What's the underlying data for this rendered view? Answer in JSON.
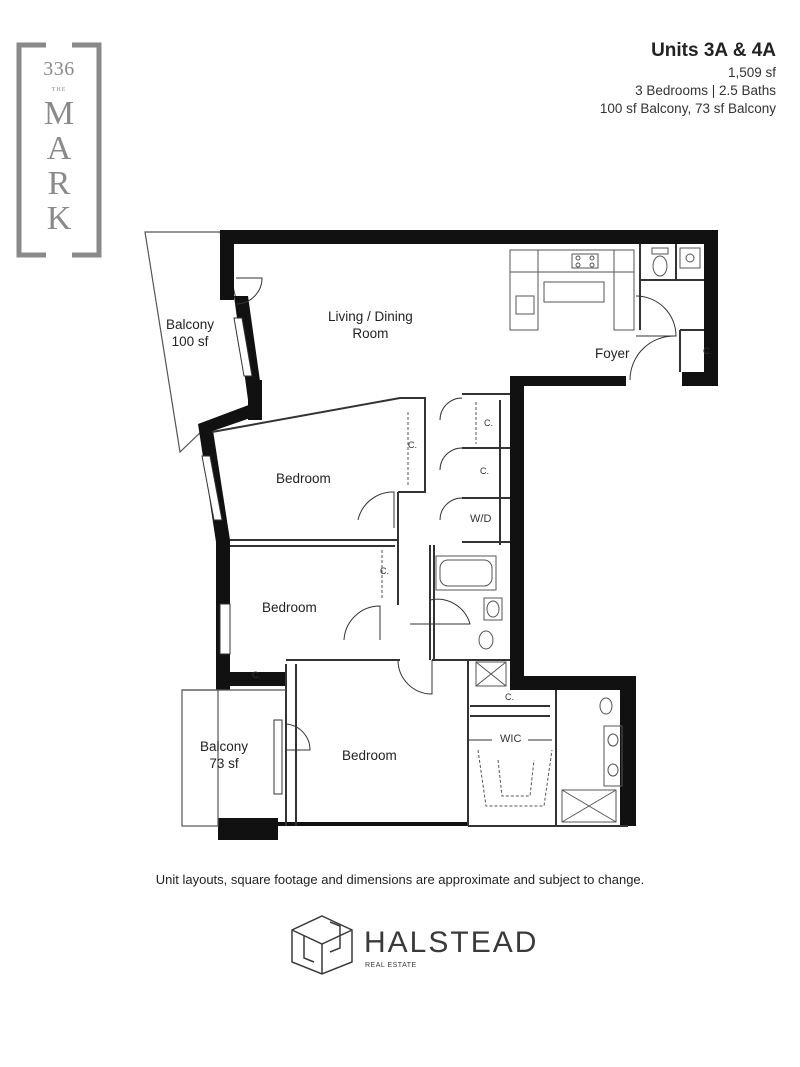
{
  "logo": {
    "number": "336",
    "article": "THE",
    "letters": [
      "M",
      "A",
      "R",
      "K"
    ]
  },
  "header": {
    "title": "Units 3A & 4A",
    "area": "1,509 sf",
    "rooms": "3 Bedrooms | 2.5 Baths",
    "balconies": "100 sf Balcony, 73 sf Balcony"
  },
  "plan": {
    "balcony_top": [
      "Balcony",
      "100 sf"
    ],
    "living": [
      "Living / Dining",
      "Room"
    ],
    "foyer": "Foyer",
    "bedroom_1": "Bedroom",
    "bedroom_2": "Bedroom",
    "bedroom_3": "Bedroom",
    "balcony_bottom": [
      "Balcony",
      "73 sf"
    ],
    "wic": "WIC",
    "wd": "W/D",
    "closet": "C."
  },
  "footer": {
    "disclaimer": "Unit layouts, square footage and dimensions  are approximate and subject to change.",
    "brand_name": "HALSTEAD",
    "brand_sub": "REAL ESTATE"
  },
  "colors": {
    "logo_gray": "#8a8a8a",
    "wall": "#111111",
    "thin_line": "#555555"
  }
}
